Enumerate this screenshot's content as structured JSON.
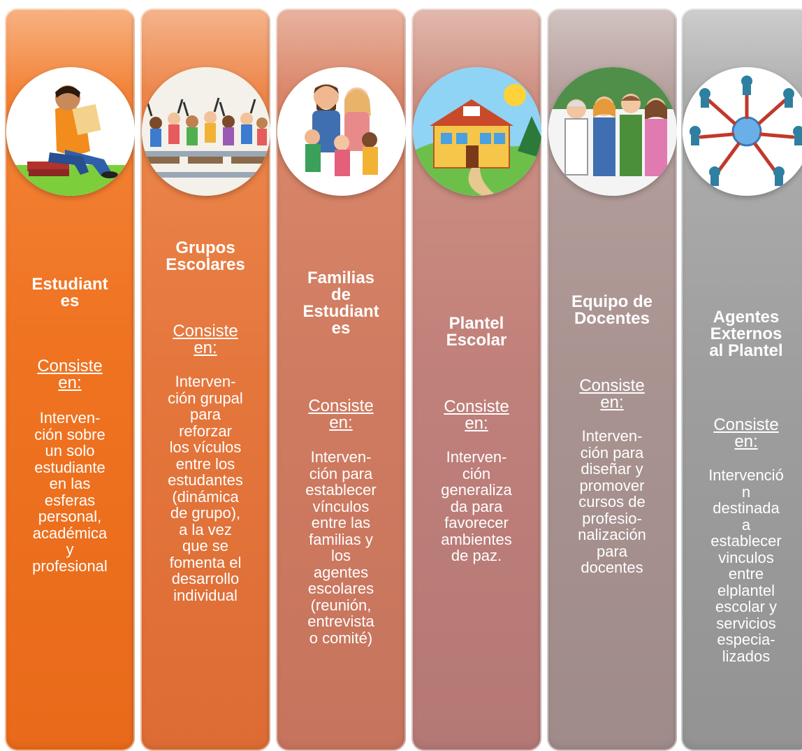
{
  "columns": [
    {
      "title": [
        "Estudiant",
        "es"
      ],
      "consiste": [
        "Consiste",
        "en:"
      ],
      "desc": [
        "Interven-",
        "ción sobre",
        "un solo",
        "estudiante",
        "en las",
        "esferas",
        "personal,",
        "académica",
        "y",
        "profesional"
      ],
      "image_icon": "student-reading-icon"
    },
    {
      "title": [
        "Grupos",
        "Escolares"
      ],
      "consiste": [
        "Consiste",
        "en:"
      ],
      "desc": [
        "Interven-",
        "ción grupal",
        "para",
        "reforzar",
        "los vículos",
        "entre los",
        "estudantes",
        "(dinámica",
        "de grupo),",
        "a la vez",
        "que se",
        "fomenta el",
        "desarrollo",
        "individual"
      ],
      "image_icon": "classroom-group-icon"
    },
    {
      "title": [
        "Familias",
        "de",
        "Estudiant",
        "es"
      ],
      "consiste": [
        "Consiste",
        "en:"
      ],
      "desc": [
        "Interven-",
        "ción para",
        "establecer",
        "vínculos",
        "entre las",
        "familias y",
        "los",
        "agentes",
        "escolares",
        "(reunión,",
        "entrevista",
        "o comité)"
      ],
      "image_icon": "family-icon"
    },
    {
      "title": [
        "Plantel",
        "Escolar"
      ],
      "consiste": [
        "Consiste",
        "en:"
      ],
      "desc": [
        "Interven-",
        "ción",
        "generaliza",
        "da para",
        "favorecer",
        "ambientes",
        "de paz."
      ],
      "image_icon": "school-building-icon"
    },
    {
      "title": [
        "Equipo de",
        "Docentes"
      ],
      "consiste": [
        "Consiste",
        "en:"
      ],
      "desc": [
        "Interven-",
        "ción para",
        "diseñar y",
        "promover",
        "cursos de",
        "profesio-",
        "nalización",
        "para",
        "docentes"
      ],
      "image_icon": "teachers-group-icon"
    },
    {
      "title": [
        "Agentes",
        "Externos",
        "al Plantel"
      ],
      "consiste": [
        "Consiste",
        "en:"
      ],
      "desc": [
        "Intervenció",
        "n",
        "destinada",
        "a",
        "establecer",
        "vinculos",
        "entre",
        "elplantel",
        "escolar  y",
        "servicios",
        "especia-",
        "lizados"
      ],
      "image_icon": "network-agents-icon"
    }
  ],
  "colors": {
    "col1": "#ef7321",
    "col2": "#e4763c",
    "col3": "#cf7b61",
    "col4": "#c0807a",
    "col5": "#a99390",
    "col6": "#9e9e9e"
  }
}
